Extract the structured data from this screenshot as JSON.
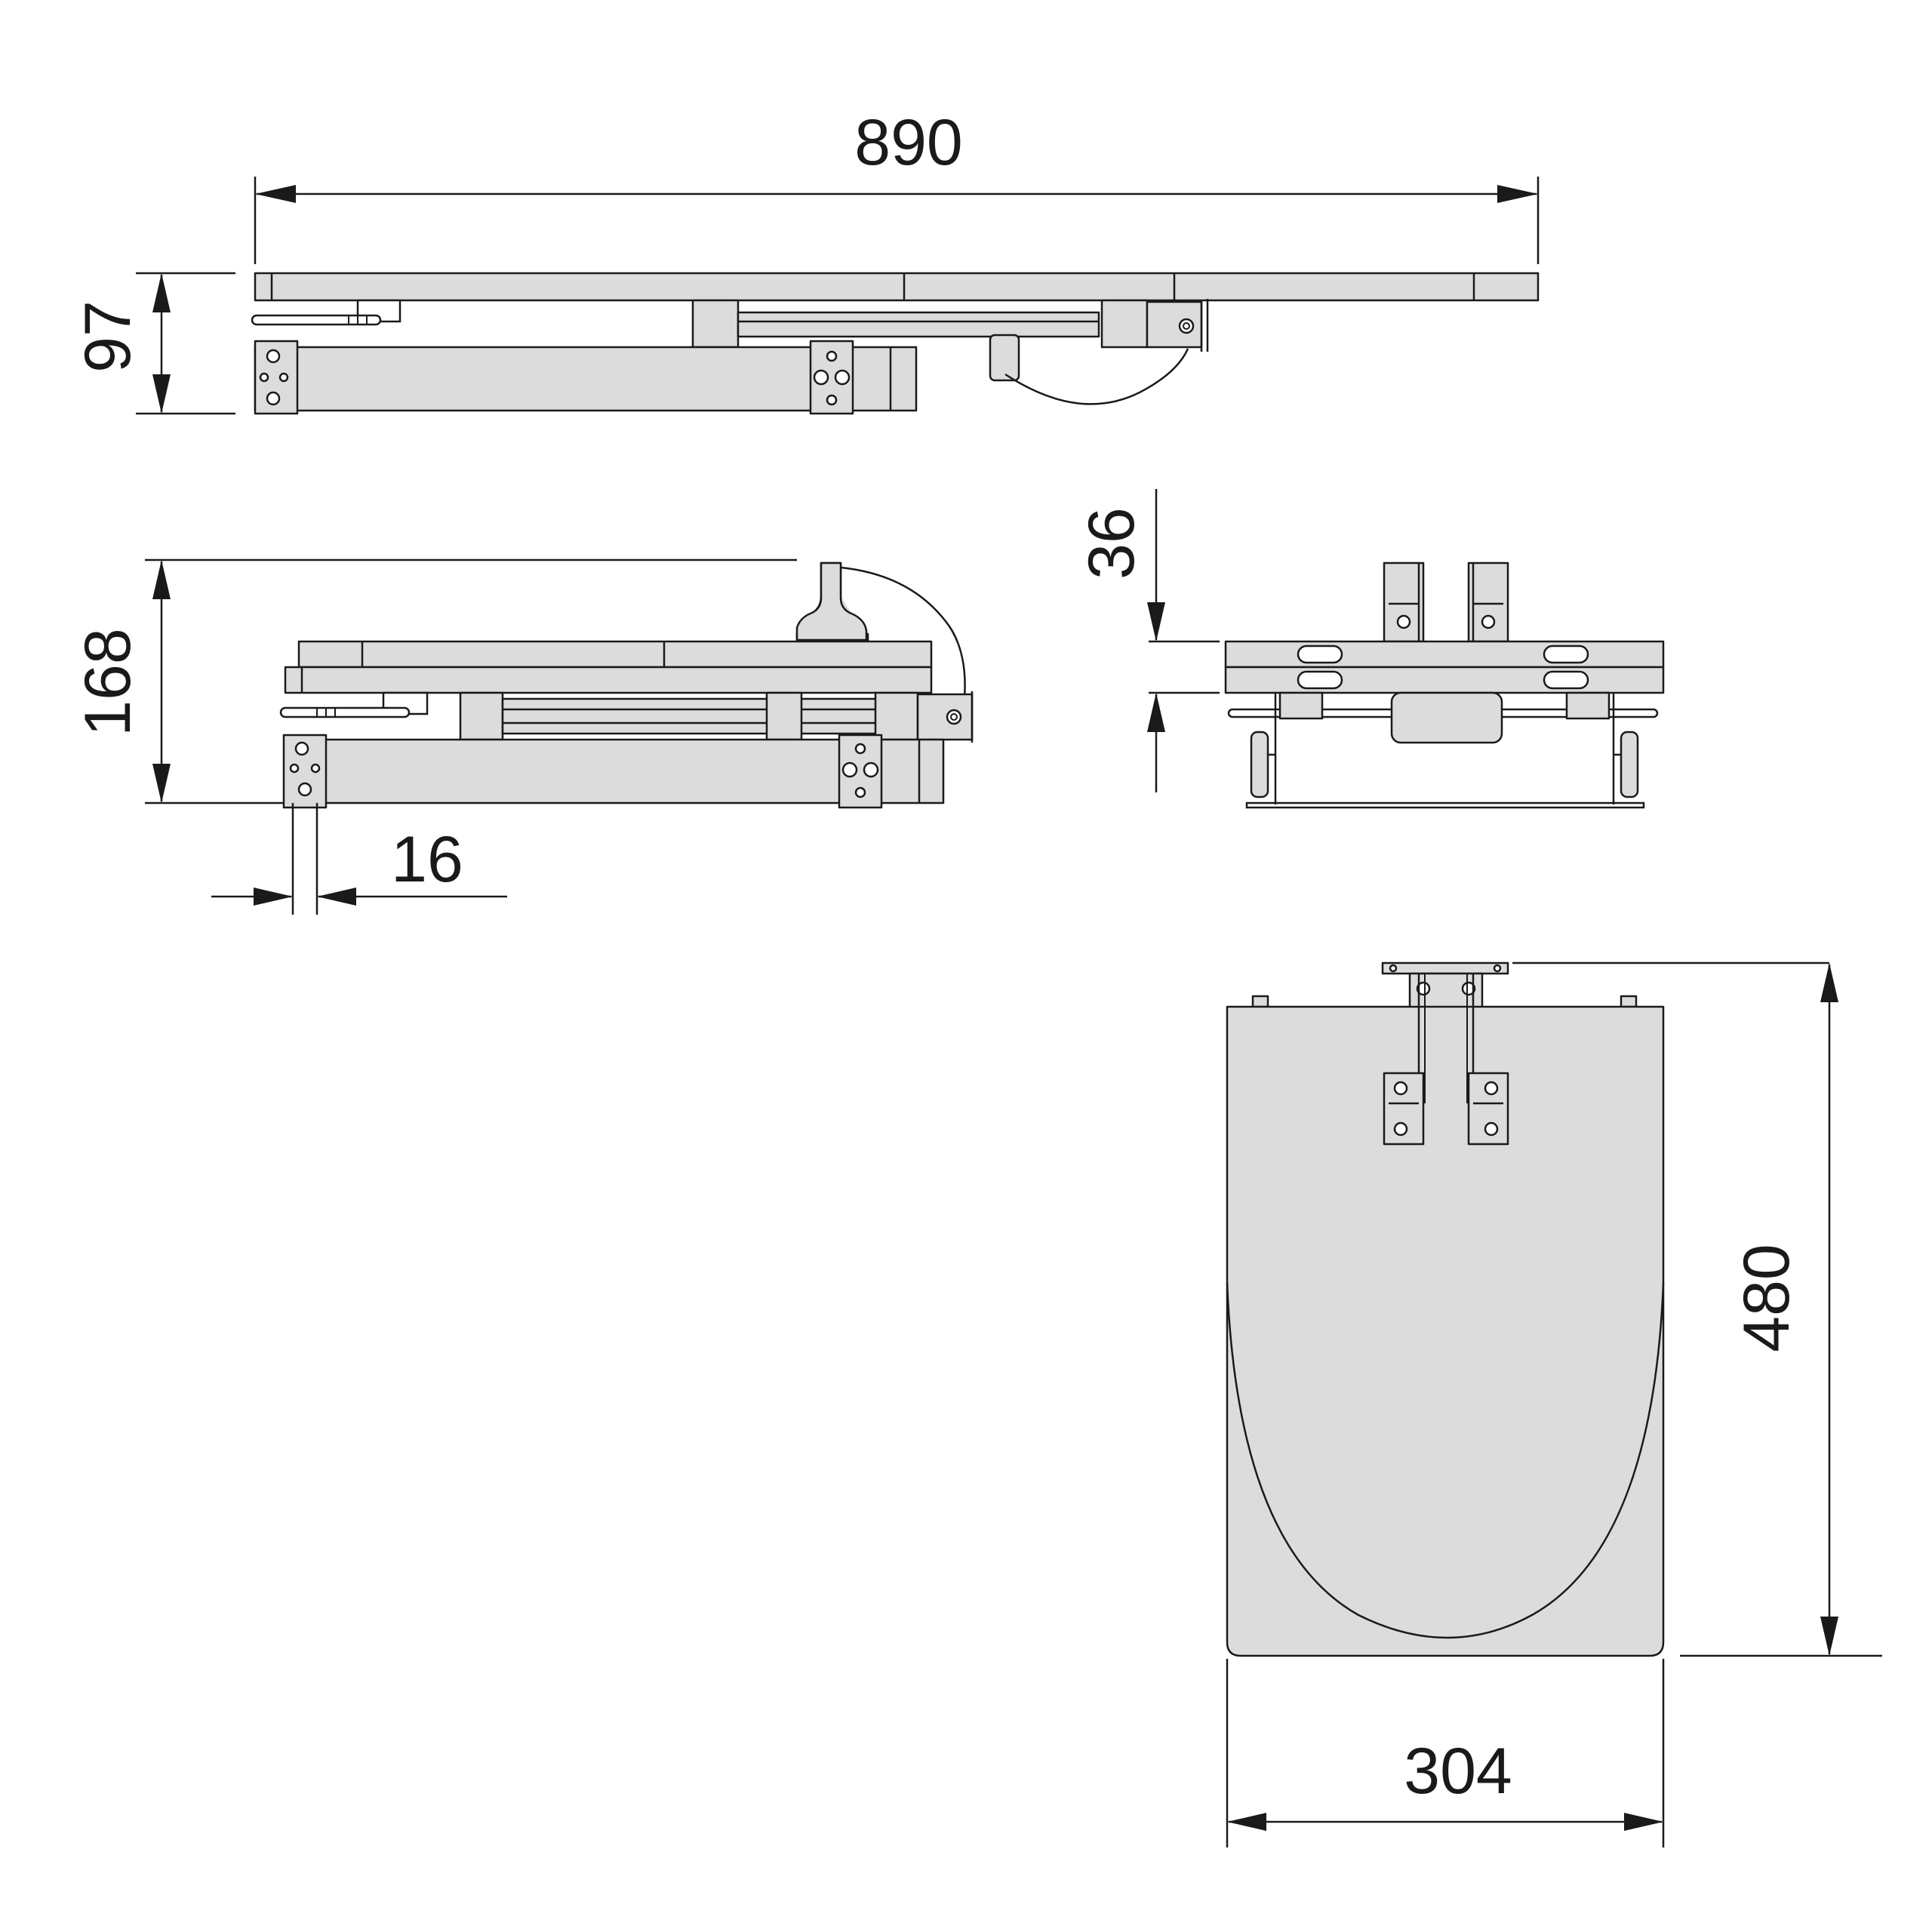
{
  "dimensions": {
    "overall_length": "890",
    "folded_height": "97",
    "open_height": "168",
    "plate_thickness": "16",
    "bracket_height": "36",
    "board_depth": "480",
    "board_width": "304"
  },
  "colors": {
    "part_fill": "#dcdcdc",
    "line": "#1a1a1a",
    "background": "#ffffff"
  }
}
